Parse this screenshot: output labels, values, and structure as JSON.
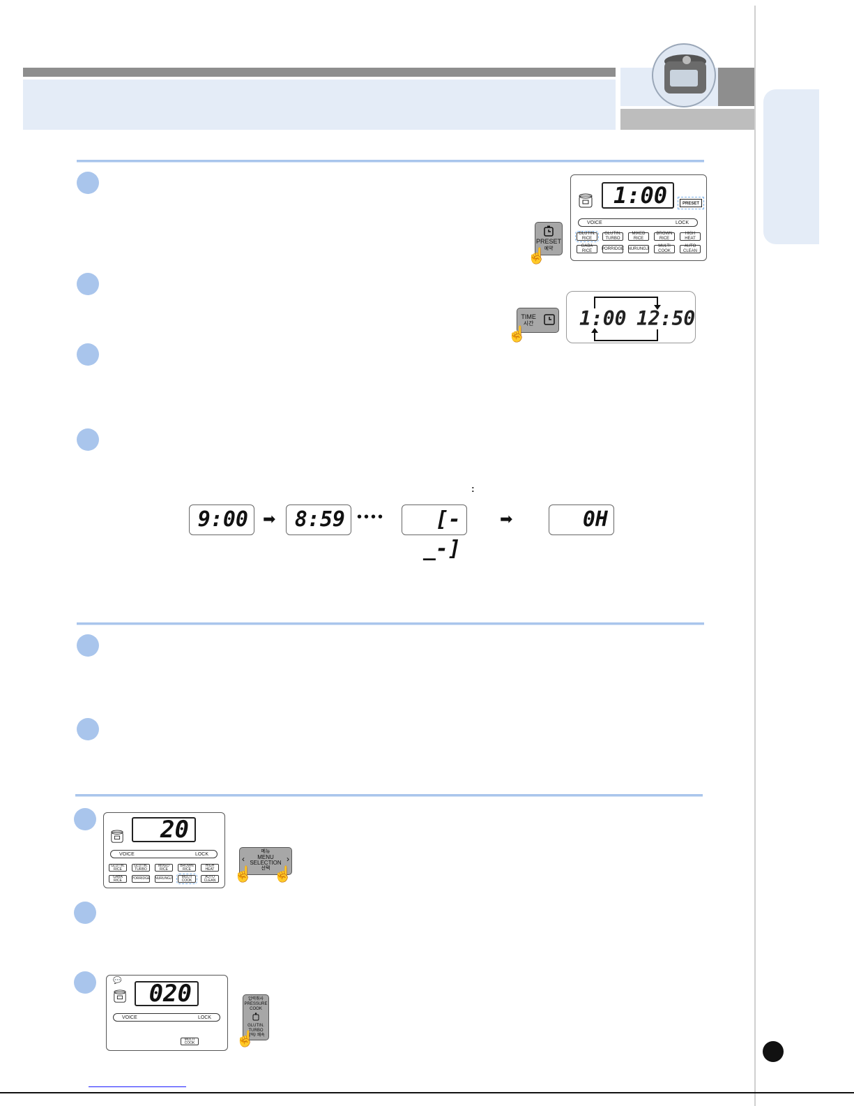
{
  "preset_panel": {
    "display": "1:00",
    "preset_indicator": "PRESET",
    "voice": "VOICE",
    "lock": "LOCK",
    "buttons_row1": [
      "GLUTIN.\nRICE",
      "GLUTIN.\nTURBO",
      "MIXED\nRICE",
      "BROWN\nRICE",
      "HIGH\nHEAT"
    ],
    "buttons_row2": [
      "GABA\nRICE",
      "PORRIDGE",
      "NURUNGJI",
      "MULTI\nCOOK",
      "AUTO\nCLEAN"
    ]
  },
  "preset_key": {
    "label": "PRESET",
    "sub": "예약"
  },
  "time_key": {
    "label": "TIME",
    "sub": "시간"
  },
  "time_cycle": {
    "from": "1:00",
    "to": "12:50"
  },
  "countdown": {
    "sep": ":",
    "displays": [
      "9:00",
      "8:59",
      "[-_-]",
      "0H"
    ]
  },
  "multicook_panel": {
    "display": "20",
    "voice": "VOICE",
    "lock": "LOCK",
    "buttons_row1": [
      "GLUTIN.\nRICE",
      "GLUTIN.\nTURBO",
      "MIXED\nRICE",
      "BROWN\nRICE",
      "HIGH\nHEAT"
    ],
    "buttons_row2": [
      "GABA\nRICE",
      "PORRIDGE",
      "NURUNGJI",
      "MULTI\nCOOK",
      "AUTO\nCLEAN"
    ]
  },
  "menu_key": {
    "top": "메뉴",
    "line1": "MENU",
    "line2": "SELECTION",
    "sub": "선택"
  },
  "pressure_panel": {
    "display": "020",
    "voice": "VOICE",
    "lock": "LOCK",
    "button": "MULTI\nCOOK"
  },
  "pressure_key": {
    "top": "압력취사",
    "line1": "PRESSURE",
    "line2": "COOK",
    "line3": "GLUTIN.",
    "line4": "TURBO",
    "sub": "찰떡/ 쾌속"
  },
  "colors": {
    "accent_blue": "#a9c5ec",
    "header_gray": "#8e8e8e",
    "header_blue": "#e4ecf7"
  }
}
